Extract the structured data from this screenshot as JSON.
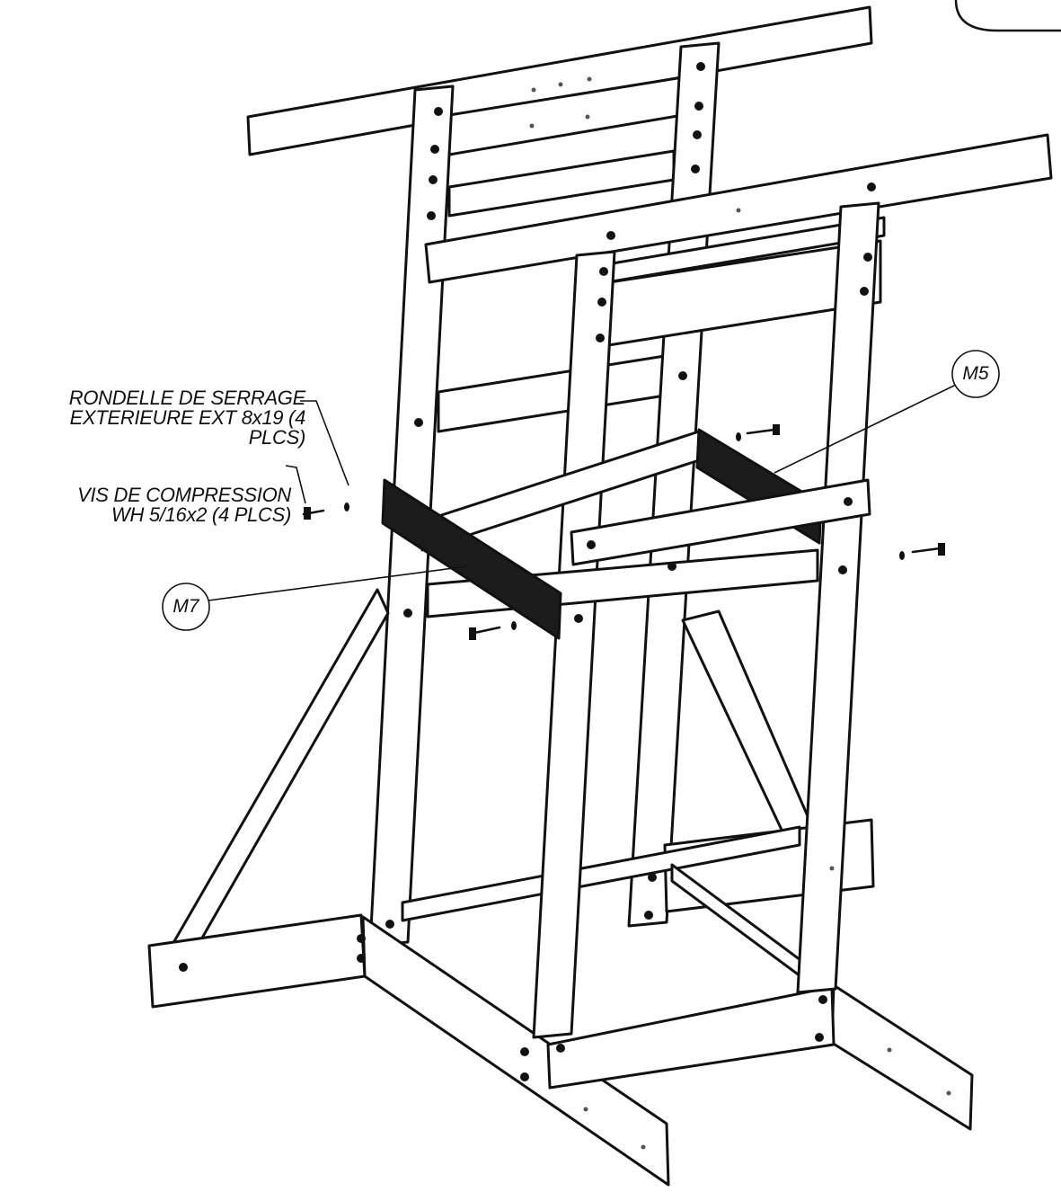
{
  "callouts": {
    "washer_label": "RONDELLE DE SERRAGE\nEXTERIEURE EXT 8x19 (4\nPLCS)",
    "screw_label": "VIS DE COMPRESSION\nWH 5/16x2 (4 PLCS)",
    "part_m5": "M5",
    "part_m7": "M7"
  },
  "colors": {
    "line": "#111111",
    "highlight_part": "#1c1c1c",
    "background": "#ffffff"
  }
}
